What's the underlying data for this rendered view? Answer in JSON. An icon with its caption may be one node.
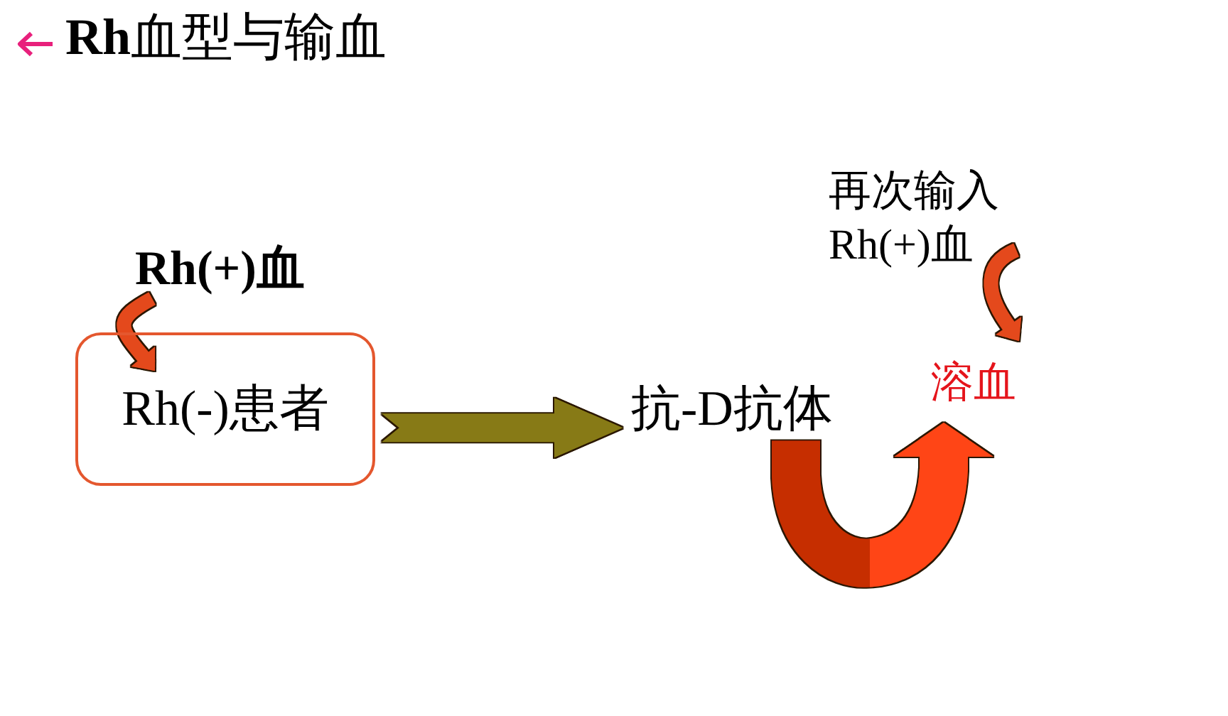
{
  "diagram": {
    "title": "**Rh**血型与输血",
    "nodes": [
      {
        "text": [
          "Rh(+)血"
        ]
      },
      {
        "text": [
          "Rh(-)患者"
        ]
      },
      {
        "text": [
          "抗-D抗体"
        ]
      },
      {
        "text": [
          "再次输入Rh(+)血"
        ]
      },
      {
        "text": [
          "溶血"
        ]
      }
    ],
    "edges": [
      {
        "from": 0,
        "to": 1,
        "arrow": "to"
      },
      {
        "from": 1,
        "to": 2,
        "arrow": "to",
        "style": "thick",
        "color": "#877a14"
      },
      {
        "from": 3,
        "to": 4,
        "arrow": "to"
      },
      {
        "from": 2,
        "to": 4,
        "arrow": "to",
        "style": "thick"
      }
    ]
  }
}
